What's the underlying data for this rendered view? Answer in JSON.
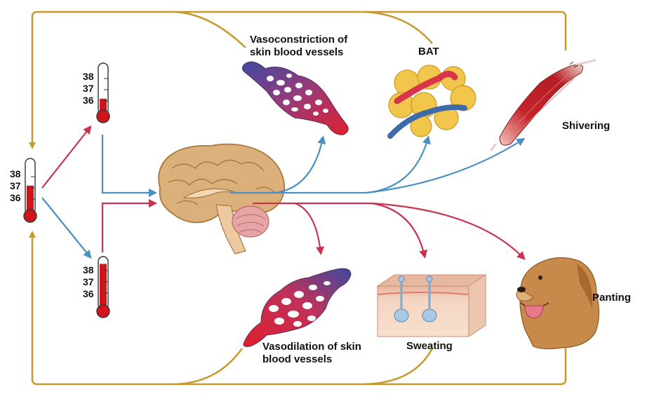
{
  "labels": {
    "vasoconstriction_line1": "Vasoconstriction of",
    "vasoconstriction_line2": "skin blood vessels",
    "bat": "BAT",
    "shivering": "Shivering",
    "vasodilation_line1": "Vasodilation of skin",
    "vasodilation_line2": "blood vessels",
    "sweating": "Sweating",
    "panting": "Panting"
  },
  "thermometers": {
    "center": {
      "ticks": [
        "38",
        "37",
        "36"
      ],
      "fill_level_celsius": 37.2
    },
    "cold": {
      "ticks": [
        "38",
        "37",
        "36"
      ],
      "fill_level_celsius": 36.2
    },
    "hot": {
      "ticks": [
        "38",
        "37",
        "36"
      ],
      "fill_level_celsius": 38.6
    }
  },
  "colors": {
    "feedback_loop": "#c79a2e",
    "cold_pathway": "#4a90c2",
    "warm_pathway": "#c8334f",
    "thermometer_red": "#d0141c",
    "brain": "#dcb07a"
  }
}
